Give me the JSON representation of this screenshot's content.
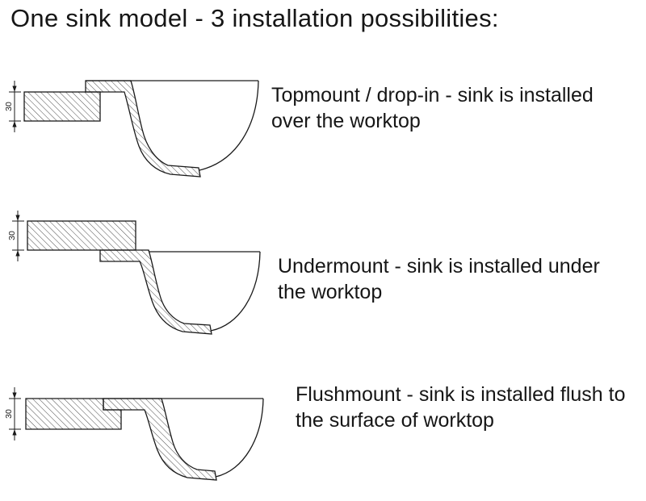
{
  "title": "One sink model - 3 installation possibilities:",
  "diagrams": [
    {
      "id": "topmount",
      "dimension_mm": "30",
      "label": "Topmount / drop-in - sink is installed over the worktop"
    },
    {
      "id": "undermount",
      "dimension_mm": "30",
      "label": "Undermount - sink is installed under the worktop"
    },
    {
      "id": "flushmount",
      "dimension_mm": "30",
      "label": "Flushmount - sink is installed flush to the surface of worktop"
    }
  ],
  "colors": {
    "line": "#1a1a1a",
    "hatch": "#3a3a3a",
    "background": "#ffffff"
  }
}
